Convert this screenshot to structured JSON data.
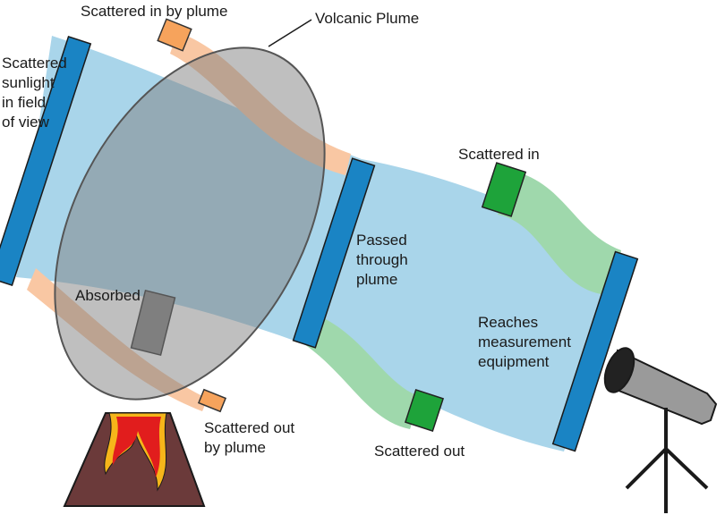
{
  "labels": {
    "scattered_in_by_plume": "Scattered in by plume",
    "volcanic_plume": "Volcanic Plume",
    "scattered_sunlight": [
      "Scattered",
      "sunlight",
      "in field",
      "of view"
    ],
    "absorbed": "Absorbed",
    "passed_through_plume": [
      "Passed",
      "through",
      "plume"
    ],
    "scattered_in": "Scattered in",
    "reaches_equipment": [
      "Reaches",
      "measurement",
      "equipment"
    ],
    "scattered_out_by_plume": [
      "Scattered out",
      "by plume"
    ],
    "scattered_out": "Scattered out"
  },
  "colors": {
    "beam": "#a9d5ea",
    "panel": "#1a84c4",
    "orange_path": "#f9c7a3",
    "orange_box": "#f6a35c",
    "green_path": "#9fd8ac",
    "green_box": "#1ea33a",
    "plume": "#7f7f7f",
    "absorbed": "#7f7f7f",
    "volcano": "#6b3a3a",
    "lava": "#e11d1d",
    "lava_glow": "#f6b51a",
    "telescope": "#9a9a9a"
  },
  "icons": {
    "volcano": "volcano-icon",
    "telescope": "telescope-icon"
  }
}
